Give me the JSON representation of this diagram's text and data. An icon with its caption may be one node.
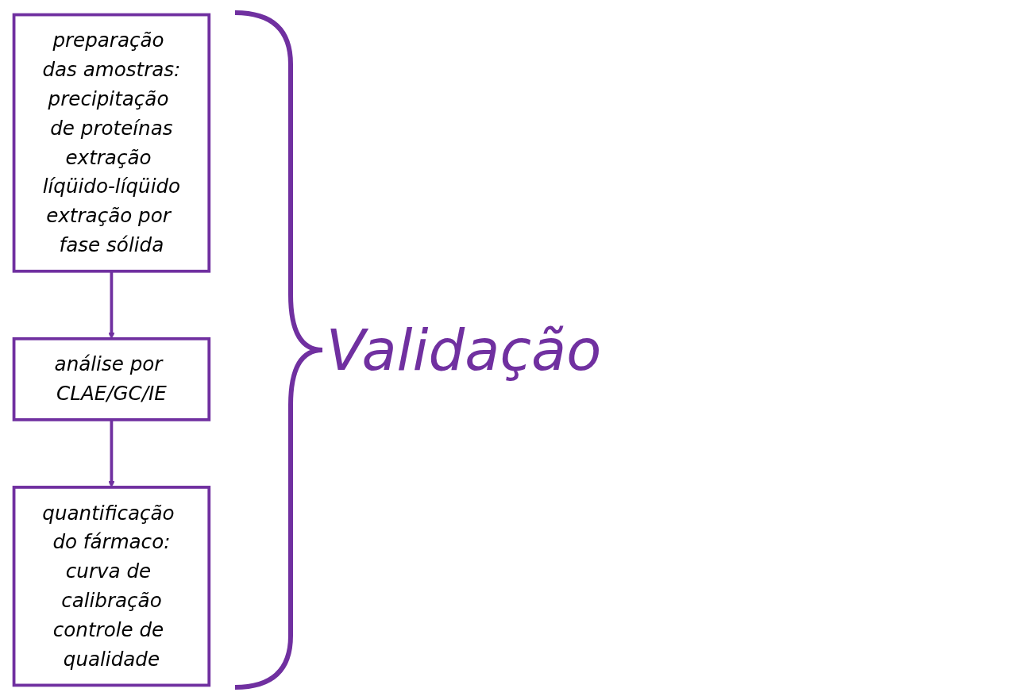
{
  "diagram": {
    "nodes": [
      {
        "text": [
          "preparação das amostras:",
          "precipitação de proteínas",
          "extração líqüido-líqüido",
          "extração por fase sólida"
        ]
      },
      {
        "text": [
          "análise por CLAE/GC/IE"
        ]
      },
      {
        "text": [
          "quantificação do fármaco:",
          "curva de calibração",
          "controle de qualidade"
        ]
      }
    ],
    "edges": [
      {
        "from": 0,
        "to": 1,
        "arrow": "to"
      },
      {
        "from": 1,
        "to": 2,
        "arrow": "to"
      }
    ],
    "labels": [
      "Validação"
    ]
  }
}
